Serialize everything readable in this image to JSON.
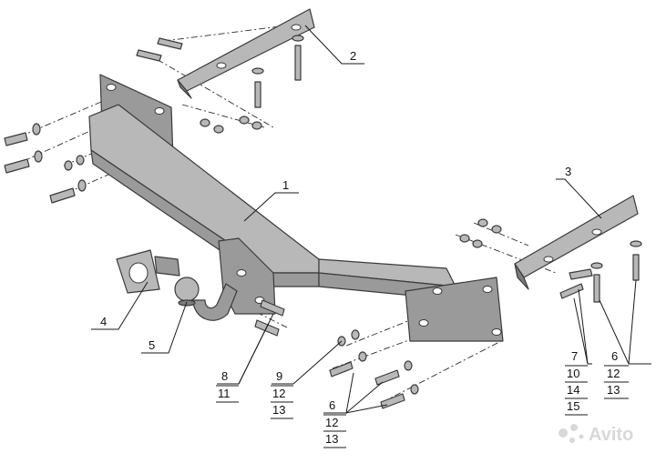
{
  "diagram": {
    "labels": [
      {
        "id": "label-1",
        "text": "1"
      },
      {
        "id": "label-2",
        "text": "2"
      },
      {
        "id": "label-3",
        "text": "3"
      },
      {
        "id": "label-4",
        "text": "4"
      },
      {
        "id": "label-5",
        "text": "5"
      },
      {
        "id": "label-8",
        "text": "8"
      },
      {
        "id": "label-11",
        "text": "11"
      },
      {
        "id": "label-9",
        "text": "9"
      },
      {
        "id": "label-12a",
        "text": "12"
      },
      {
        "id": "label-13a",
        "text": "13"
      },
      {
        "id": "label-6a",
        "text": "6"
      },
      {
        "id": "label-12b",
        "text": "12"
      },
      {
        "id": "label-13b",
        "text": "13"
      },
      {
        "id": "label-7",
        "text": "7"
      },
      {
        "id": "label-10",
        "text": "10"
      },
      {
        "id": "label-14",
        "text": "14"
      },
      {
        "id": "label-15",
        "text": "15"
      },
      {
        "id": "label-6b",
        "text": "6"
      },
      {
        "id": "label-12c",
        "text": "12"
      },
      {
        "id": "label-13c",
        "text": "13"
      }
    ],
    "watermark": "Avito"
  }
}
